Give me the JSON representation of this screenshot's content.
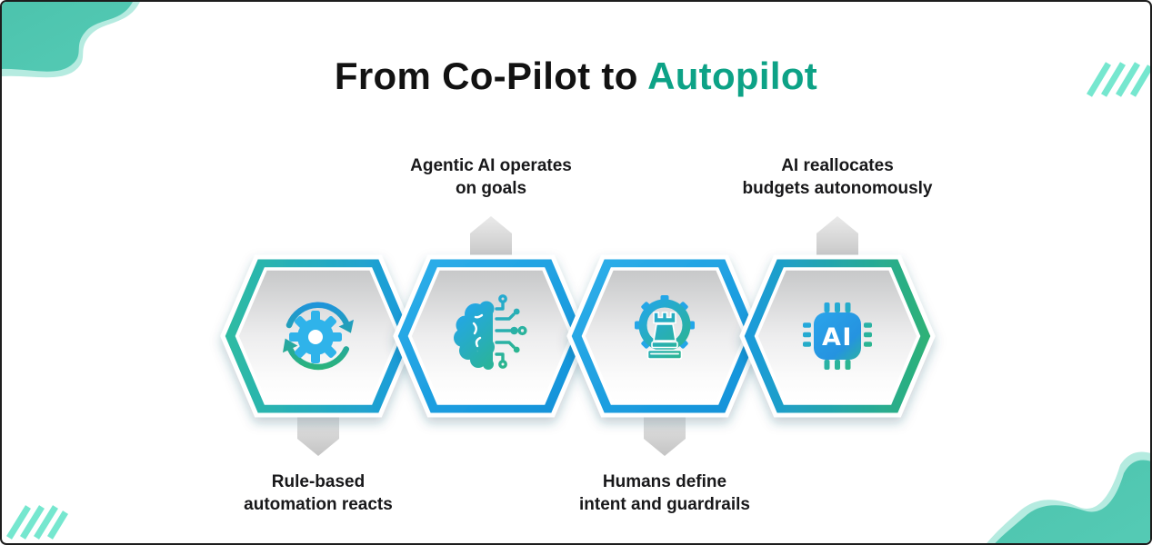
{
  "title": {
    "prefix": "From Co-Pilot to",
    "highlight": "Autopilot"
  },
  "steps": [
    {
      "name": "rule-based-automation",
      "icon": "sync-gear-icon",
      "label_line1": "Rule-based",
      "label_line2": "automation reacts",
      "label_position": "bottom"
    },
    {
      "name": "agentic-ai-goals",
      "icon": "ai-brain-icon",
      "label_line1": "Agentic AI operates",
      "label_line2": "on goals",
      "label_position": "top"
    },
    {
      "name": "human-guardrails",
      "icon": "strategy-chess-gear-icon",
      "label_line1": "Humans define",
      "label_line2": "intent and guardrails",
      "label_position": "bottom"
    },
    {
      "name": "autonomous-budgets",
      "icon": "ai-chip-icon",
      "label_line1": "AI reallocates",
      "label_line2": "budgets autonomously",
      "label_position": "top",
      "chip_text": "AI"
    }
  ],
  "colors": {
    "title_highlight": "#0da286",
    "title_dark": "#121212",
    "hexagon_blue": "#1b9ade",
    "hexagon_teal": "#2fbca1",
    "hexagon_green": "#2eb274",
    "icon_blue": "#23a6e8",
    "icon_green": "#2db87e",
    "panel_gray_top": "#c7c8c9",
    "arrow_gray": "#d2d2d2",
    "corner_blob_teal": "#4fc6b0",
    "corner_blob_edge": "#b5ebe0",
    "slash_mint": "#76e7cf",
    "frame_border": "#1d1d1d"
  }
}
